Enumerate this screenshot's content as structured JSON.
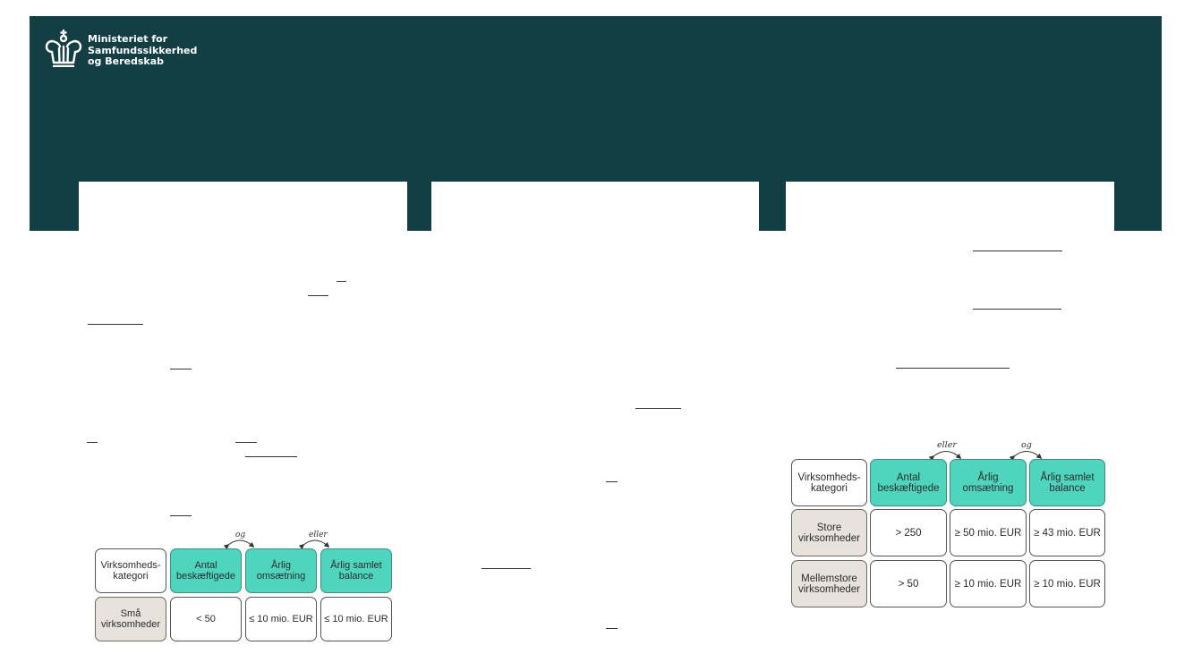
{
  "header": {
    "logo_lines": [
      "Ministeriet for",
      "Samfundssikkerhed",
      "og Beredskab"
    ],
    "background_color": "#133e44"
  },
  "icons": {
    "logo": "crown-icon"
  },
  "table_small": {
    "headers": [
      "Virksomheds-\nkategori",
      "Antal\nbeskæftigede",
      "Årlig\nomsætning",
      "Årlig samlet\nbalance"
    ],
    "connectors": [
      "og",
      "eller"
    ],
    "rows": [
      {
        "label": "Små\nvirksomheder",
        "values": [
          "< 50",
          "≤ 10 mio. EUR",
          "≤ 10 mio. EUR"
        ]
      }
    ]
  },
  "table_large": {
    "headers": [
      "Virksomheds-\nkategori",
      "Antal\nbeskæftigede",
      "Årlig\nomsætning",
      "Årlig samlet\nbalance"
    ],
    "connectors": [
      "eller",
      "og"
    ],
    "rows": [
      {
        "label": "Store\nvirksomheder",
        "values": [
          "> 250",
          "≥ 50 mio. EUR",
          "≥ 43 mio. EUR"
        ]
      },
      {
        "label": "Mellemstore\nvirksomheder",
        "values": [
          "> 50",
          "≥ 10 mio. EUR",
          "≥ 10 mio. EUR"
        ]
      }
    ]
  },
  "colors": {
    "accent_green": "#4fd5be",
    "label_beige": "#e7e3dc"
  }
}
